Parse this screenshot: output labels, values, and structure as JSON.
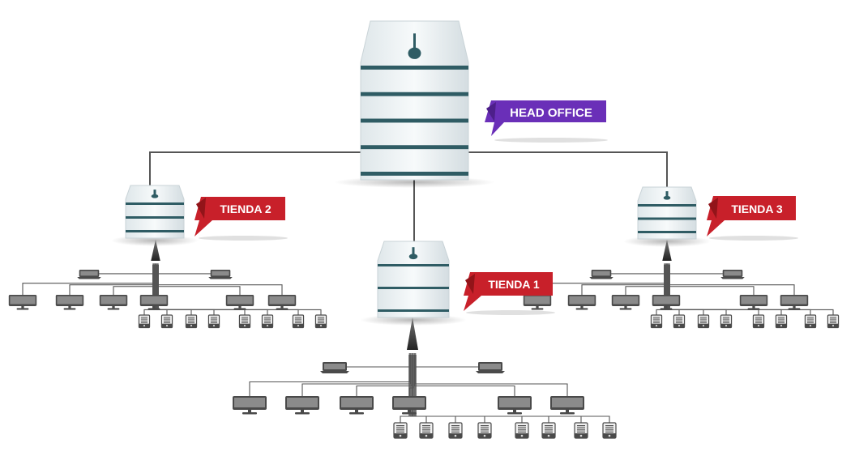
{
  "labels": {
    "head_office": "HEAD OFFICE",
    "store1": "TIENDA 1",
    "store2": "TIENDA 2",
    "store3": "TIENDA 3"
  },
  "colors": {
    "head_office_flag": "#6a2fb8",
    "store_flag": "#c8202a",
    "server_body": "#e9eff2",
    "server_stripe": "#2f5c64",
    "device": "#4a4a4a",
    "link": "#555555"
  },
  "icons": [
    "server-icon",
    "monitor-icon",
    "laptop-icon",
    "desktop-tower-icon",
    "flag-label-icon"
  ]
}
